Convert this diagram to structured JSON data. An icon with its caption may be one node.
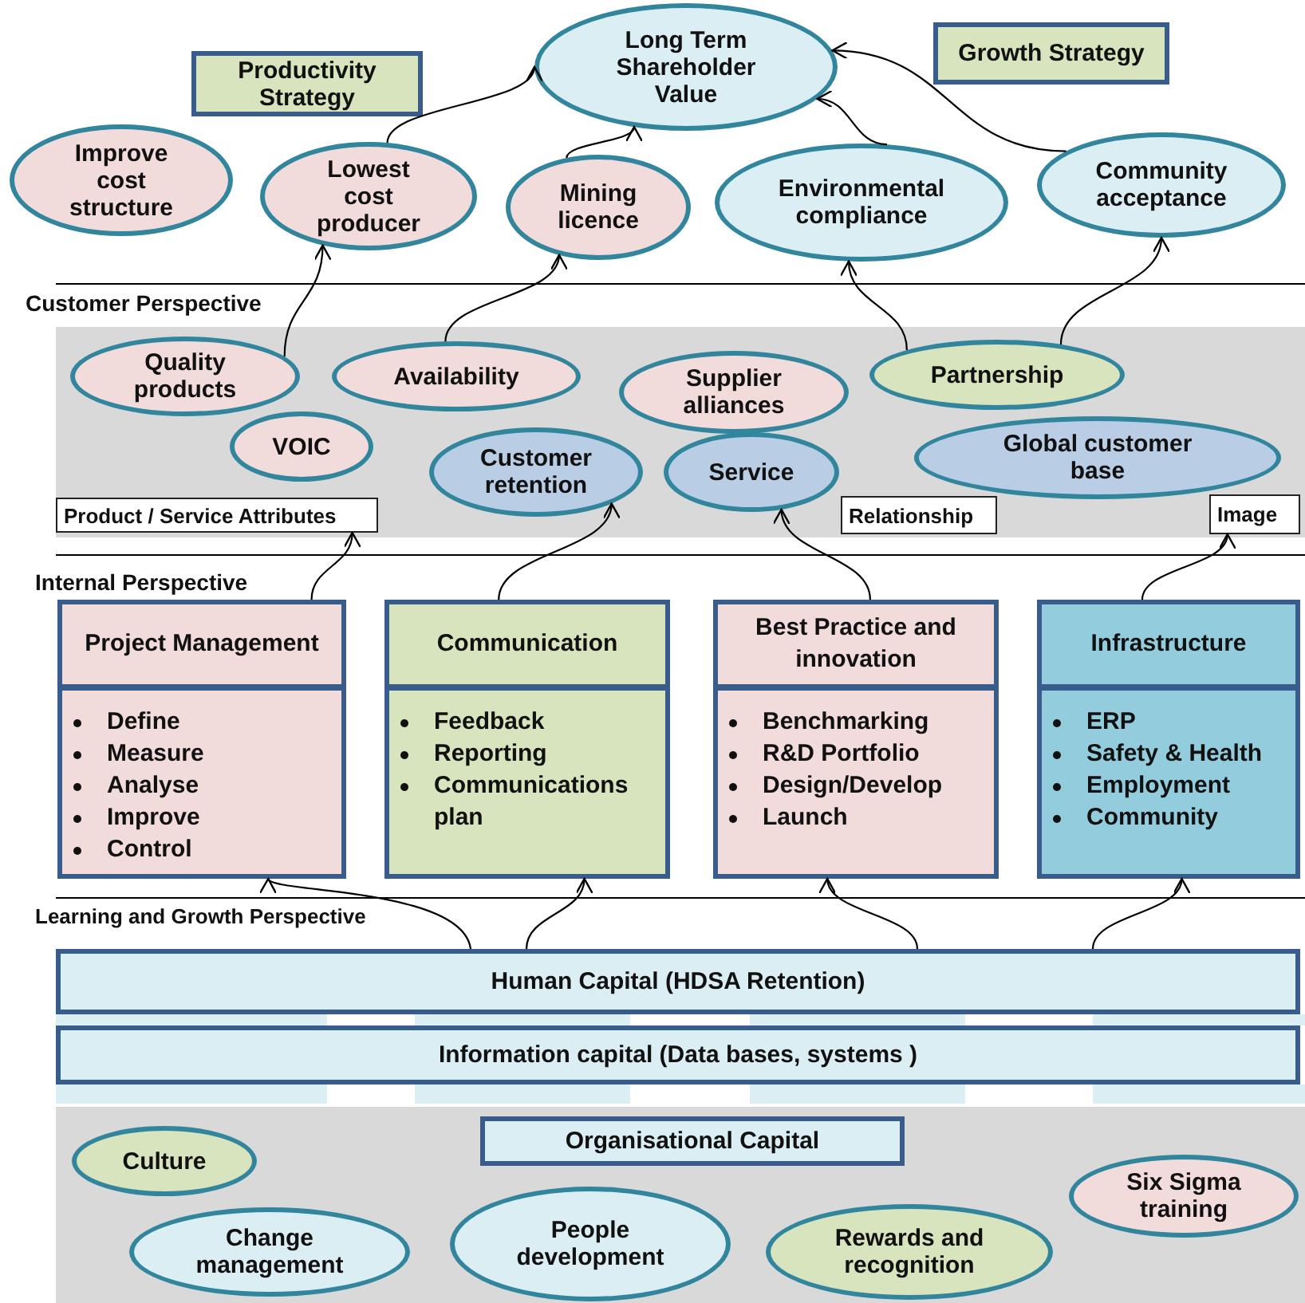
{
  "diagram": {
    "nodes": [
      {
        "text": [
          "Productivity Strategy"
        ]
      },
      {
        "text": [
          "Long Term Shareholder Value"
        ]
      },
      {
        "text": [
          "Growth Strategy"
        ]
      },
      {
        "text": [
          "Improve cost structure"
        ]
      },
      {
        "text": [
          "Lowest cost producer"
        ]
      },
      {
        "text": [
          "Mining licence"
        ]
      },
      {
        "text": [
          "Environmental compliance"
        ]
      },
      {
        "text": [
          "Community acceptance"
        ]
      },
      {
        "text": [
          "Quality products"
        ]
      },
      {
        "text": [
          "Availability"
        ]
      },
      {
        "text": [
          "Supplier alliances"
        ]
      },
      {
        "text": [
          "Partnership"
        ]
      },
      {
        "text": [
          "VOIC"
        ]
      },
      {
        "text": [
          "Customer retention"
        ]
      },
      {
        "text": [
          "Service"
        ]
      },
      {
        "text": [
          "Global customer base"
        ]
      },
      {
        "text": [
          "Product / Service Attributes"
        ]
      },
      {
        "text": [
          "Relationship"
        ]
      },
      {
        "text": [
          "Image"
        ]
      },
      {
        "text": [
          "Project Management",
          "Define",
          "Measure",
          "Analyse",
          "Improve",
          "Control"
        ]
      },
      {
        "text": [
          "Communication",
          "Feedback",
          "Reporting",
          "Communications plan"
        ]
      },
      {
        "text": [
          "Best Practice and innovation",
          "Benchmarking",
          "R&D Portfolio",
          "Design/Develop",
          "Launch"
        ]
      },
      {
        "text": [
          "Infrastructure",
          "ERP",
          "Safety & Health",
          "Employment",
          "Community"
        ]
      },
      {
        "text": [
          "Human Capital (HDSA Retention)"
        ]
      },
      {
        "text": [
          "Information capital (Data bases, systems )"
        ]
      },
      {
        "text": [
          "Organisational Capital"
        ]
      },
      {
        "text": [
          "Culture"
        ]
      },
      {
        "text": [
          "Change management"
        ]
      },
      {
        "text": [
          "People development"
        ]
      },
      {
        "text": [
          "Rewards and recognition"
        ]
      },
      {
        "text": [
          "Six Sigma training"
        ]
      }
    ],
    "edges": [
      {
        "from": 4,
        "to": 1,
        "arrow": "to"
      },
      {
        "from": 5,
        "to": 1,
        "arrow": "to"
      },
      {
        "from": 6,
        "to": 1,
        "arrow": "to"
      },
      {
        "from": 7,
        "to": 1,
        "arrow": "to"
      },
      {
        "from": 8,
        "to": 4,
        "arrow": "to"
      },
      {
        "from": 9,
        "to": 5,
        "arrow": "to"
      },
      {
        "from": 11,
        "to": 6,
        "arrow": "to"
      },
      {
        "from": 11,
        "to": 7,
        "arrow": "to"
      },
      {
        "from": 19,
        "to": 16,
        "arrow": "to"
      },
      {
        "from": 20,
        "to": 13,
        "arrow": "to"
      },
      {
        "from": 21,
        "to": 14,
        "arrow": "to"
      },
      {
        "from": 22,
        "to": 18,
        "arrow": "to"
      },
      {
        "from": 23,
        "to": 19,
        "arrow": "to"
      },
      {
        "from": 23,
        "to": 20,
        "arrow": "to"
      },
      {
        "from": 23,
        "to": 21,
        "arrow": "to"
      },
      {
        "from": 23,
        "to": 22,
        "arrow": "to"
      }
    ],
    "labels": [
      "Customer Perspective",
      "Internal Perspective",
      "Learning and Growth Perspective"
    ]
  }
}
